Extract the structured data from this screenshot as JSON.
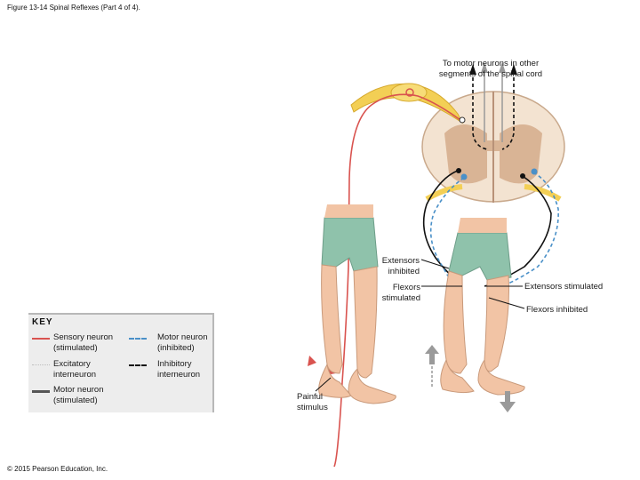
{
  "figure_title": "Figure 13-14 Spinal Reflexes (Part 4 of 4).",
  "labels": {
    "to_motor_neurons": [
      "To motor neurons in other",
      "segments of the spinal cord"
    ],
    "extensors_inhibited": [
      "Extensors",
      "inhibited"
    ],
    "flexors_stimulated": [
      "Flexors",
      "stimulated"
    ],
    "extensors_stimulated": "Extensors stimulated",
    "flexors_inhibited": "Flexors inhibited",
    "painful_stimulus": [
      "Painful",
      "stimulus"
    ]
  },
  "key": {
    "title": "KEY",
    "items": [
      {
        "lines": [
          "Sensory neuron",
          "(stimulated)"
        ],
        "color": "#d9534f",
        "style": "solid"
      },
      {
        "lines": [
          "Motor neuron",
          "(inhibited)"
        ],
        "color": "#4a90c8",
        "style": "dashed"
      },
      {
        "lines": [
          "Excitatory",
          "interneuron"
        ],
        "color": "#bdbdbd",
        "style": "solid"
      },
      {
        "lines": [
          "Inhibitory",
          "interneuron"
        ],
        "color": "#111111",
        "style": "dashed"
      },
      {
        "lines": [
          "Motor neuron",
          "(stimulated)"
        ],
        "color": "#555555",
        "style": "solid"
      }
    ]
  },
  "copyright": "© 2015 Pearson Education, Inc.",
  "colors": {
    "skin": "#f2c4a5",
    "shorts": "#8fc2ab",
    "spinal_cord": "#f1ddc8",
    "gray_matter": "#dcb79a",
    "nerve_yellow": "#f3cf55",
    "sensory_red": "#d9534f",
    "motor_blue": "#4a90c8"
  }
}
